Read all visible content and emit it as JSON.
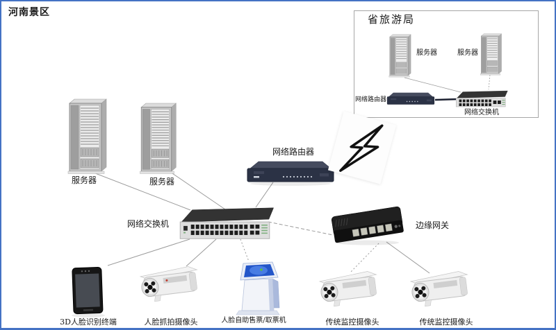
{
  "diagram": {
    "type": "network-topology",
    "region_label": "河南景区",
    "bureau": {
      "title": "省旅游局",
      "server1_label": "服务器",
      "server2_label": "服务器",
      "router_label": "网络路由器",
      "switch_label": "网络交换机"
    },
    "scenic": {
      "server1_label": "服务器",
      "server2_label": "服务器",
      "router_label": "网络路由器",
      "switch_label": "网络交换机",
      "gateway_label": "边缘网关"
    },
    "endpoints": {
      "terminal_label": "3D人脸识别终端",
      "capture_camera_label": "人脸抓拍摄像头",
      "kiosk_label": "人脸自助售票/取票机",
      "trad_camera1_label": "传统监控摄像头",
      "trad_camera2_label": "传统监控摄像头"
    },
    "icons": {
      "wan_link": "lightning-bolt"
    },
    "colors": {
      "frame_border": "#4472c4",
      "box_border": "#a6a6a6",
      "line": "#9a9a9a",
      "router_body": "#2b3245",
      "gateway_body": "#1a1a1a"
    },
    "connections": [
      {
        "from": "scenic-server-1",
        "to": "scenic-switch",
        "style": "solid"
      },
      {
        "from": "scenic-server-2",
        "to": "scenic-switch",
        "style": "solid"
      },
      {
        "from": "scenic-router",
        "to": "scenic-switch",
        "style": "solid"
      },
      {
        "from": "scenic-switch",
        "to": "edge-gateway",
        "style": "dashed"
      },
      {
        "from": "scenic-switch",
        "to": "face-terminal",
        "style": "solid"
      },
      {
        "from": "scenic-switch",
        "to": "capture-camera",
        "style": "solid"
      },
      {
        "from": "scenic-switch",
        "to": "ticket-kiosk",
        "style": "dotted"
      },
      {
        "from": "edge-gateway",
        "to": "trad-camera-1",
        "style": "dotted"
      },
      {
        "from": "edge-gateway",
        "to": "trad-camera-2",
        "style": "solid"
      },
      {
        "from": "bureau-server-1",
        "to": "bureau-switch",
        "style": "solid"
      },
      {
        "from": "bureau-server-2",
        "to": "bureau-switch",
        "style": "dotted"
      },
      {
        "from": "bureau-router",
        "to": "bureau-switch",
        "style": "solid"
      },
      {
        "from": "scenic-router",
        "to": "bureau-router",
        "style": "wan-lightning"
      }
    ]
  }
}
